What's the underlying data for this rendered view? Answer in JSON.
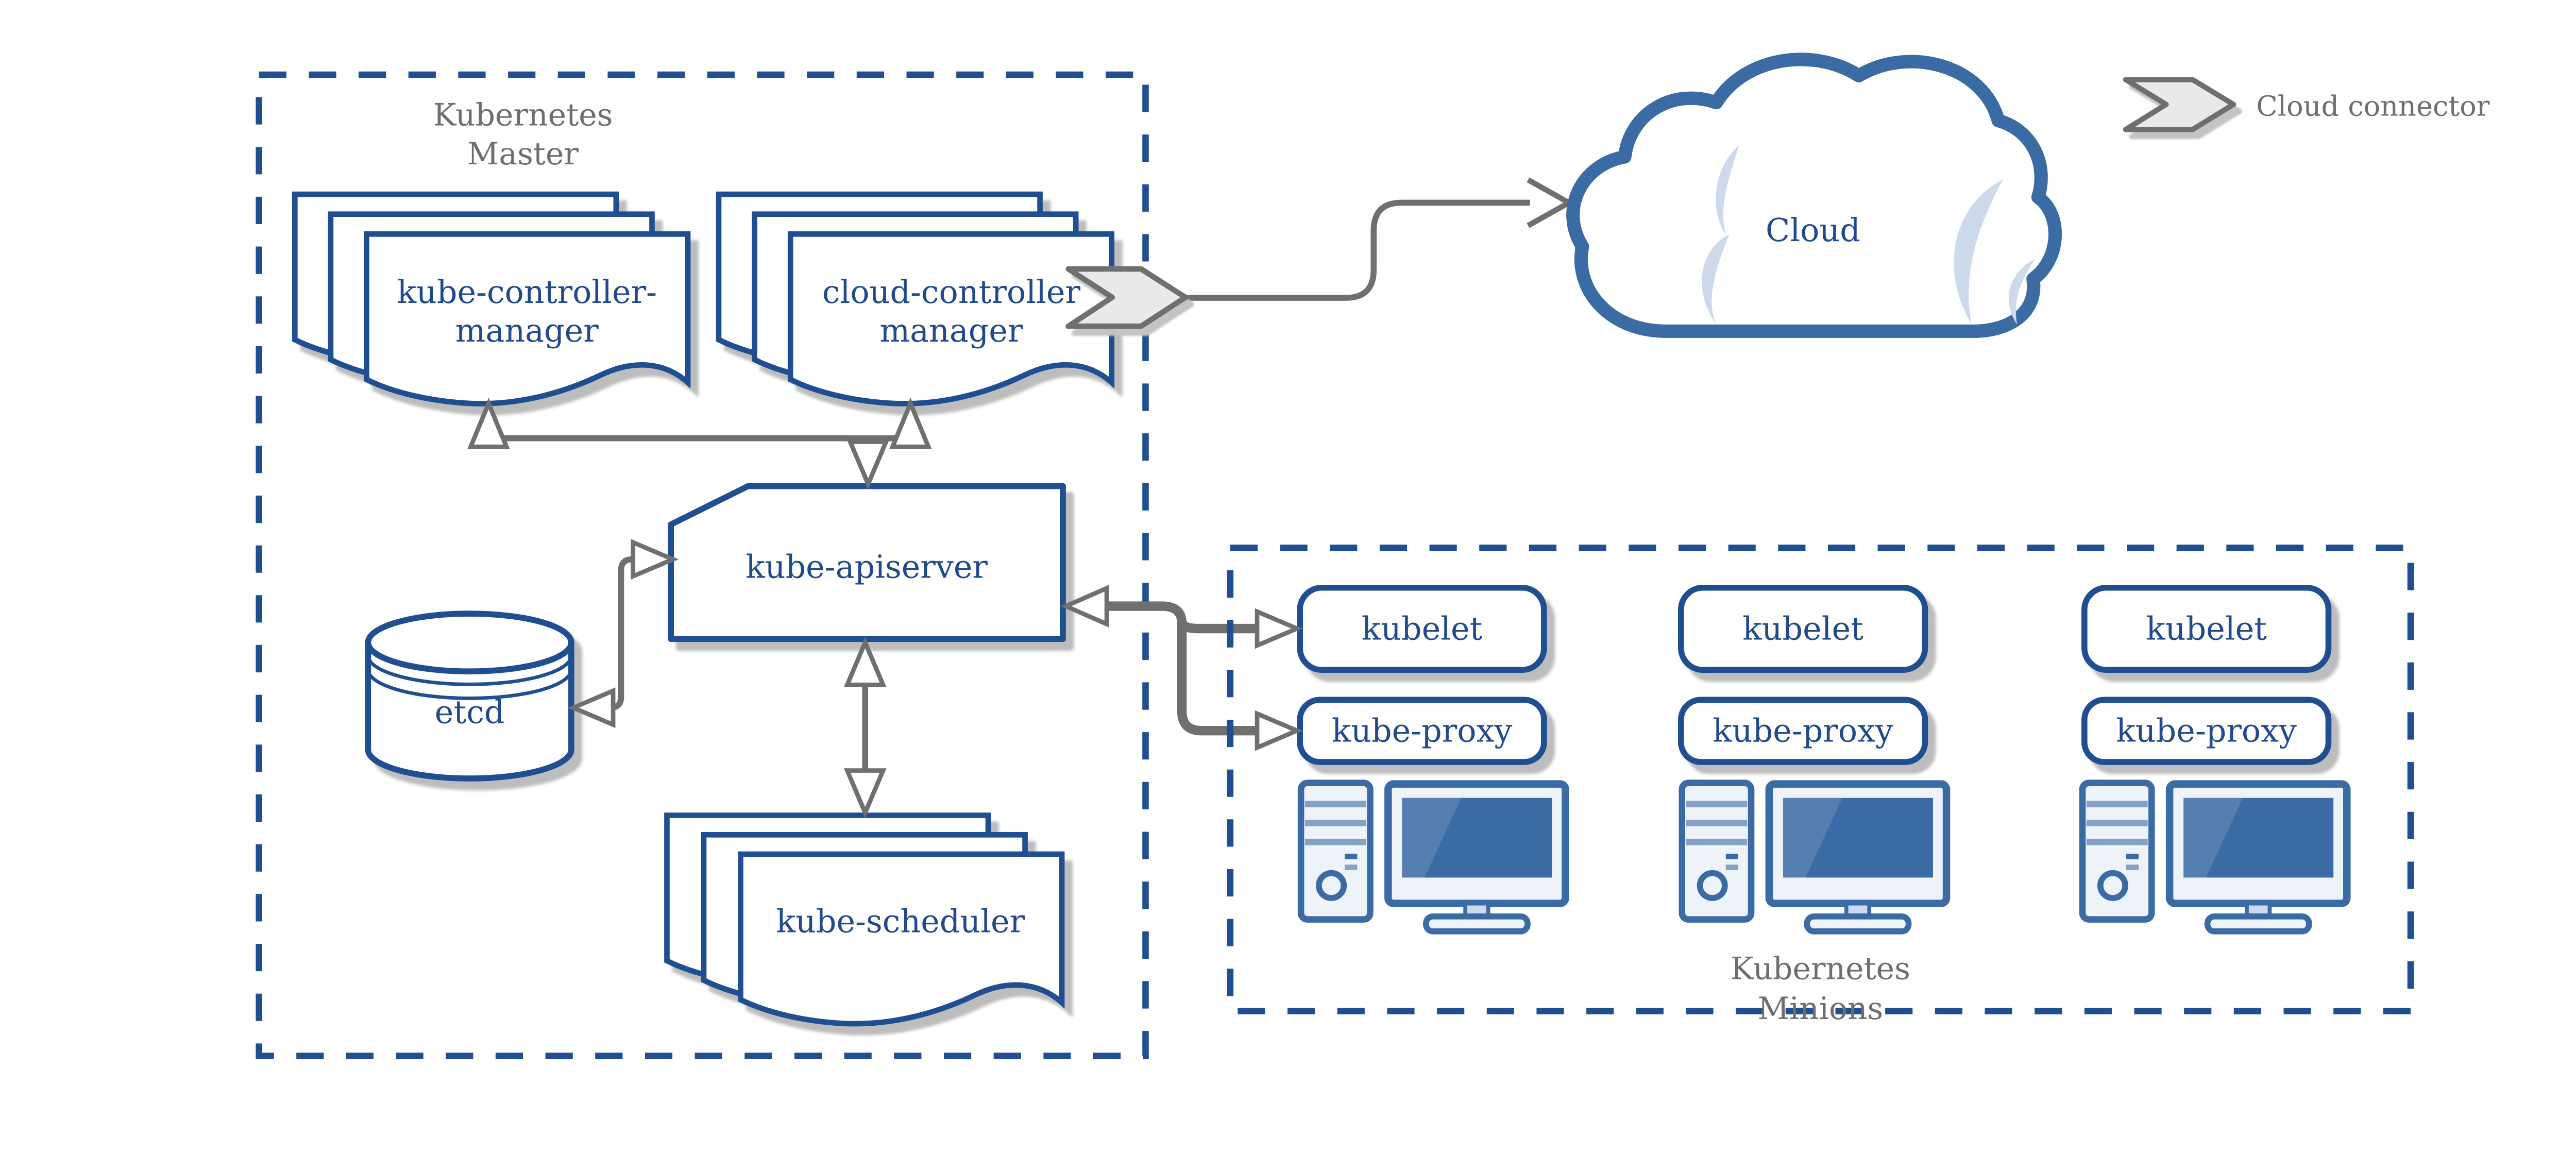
{
  "diagram": {
    "master": {
      "title_line1": "Kubernetes",
      "title_line2": "Master",
      "nodes": {
        "kube_controller_manager_line1": "kube-controller-",
        "kube_controller_manager_line2": "manager",
        "cloud_controller_manager_line1": "cloud-controller",
        "cloud_controller_manager_line2": "manager",
        "kube_apiserver": "kube-apiserver",
        "etcd": "etcd",
        "kube_scheduler": "kube-scheduler"
      }
    },
    "cloud": {
      "label": "Cloud"
    },
    "legend": {
      "cloud_connector_label": "Cloud connector"
    },
    "minions": {
      "title_line1": "Kubernetes",
      "title_line2": "Minions",
      "nodes": [
        {
          "kubelet": "kubelet",
          "kube_proxy": "kube-proxy"
        },
        {
          "kubelet": "kubelet",
          "kube_proxy": "kube-proxy"
        },
        {
          "kubelet": "kubelet",
          "kube_proxy": "kube-proxy"
        }
      ]
    },
    "colors": {
      "navy": "#1f4e91",
      "steel_blue": "#3a6ba5",
      "light_blue": "#ccdaeb",
      "gray_line": "#6f6f6f",
      "gray_text": "#6e6e6e",
      "shadow": "#bdbdbd",
      "background": "#ffffff"
    },
    "icons": [
      "cloud-icon",
      "cloud-connector-chevron-icon",
      "workstation-icon",
      "database-cylinder-icon",
      "document-stack-icon"
    ]
  }
}
